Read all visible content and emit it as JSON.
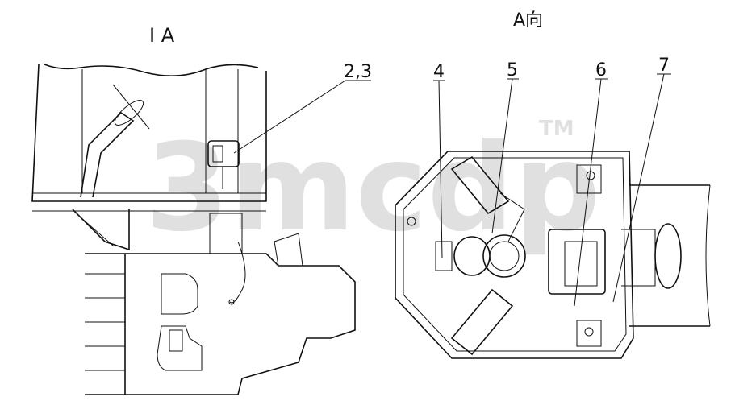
{
  "view_left": {
    "title": "I A"
  },
  "view_right": {
    "title": "A向"
  },
  "callouts": [
    "2,3",
    "4",
    "5",
    "6",
    "7"
  ],
  "watermark": {
    "text": "3mcdp",
    "mark": "TM"
  }
}
